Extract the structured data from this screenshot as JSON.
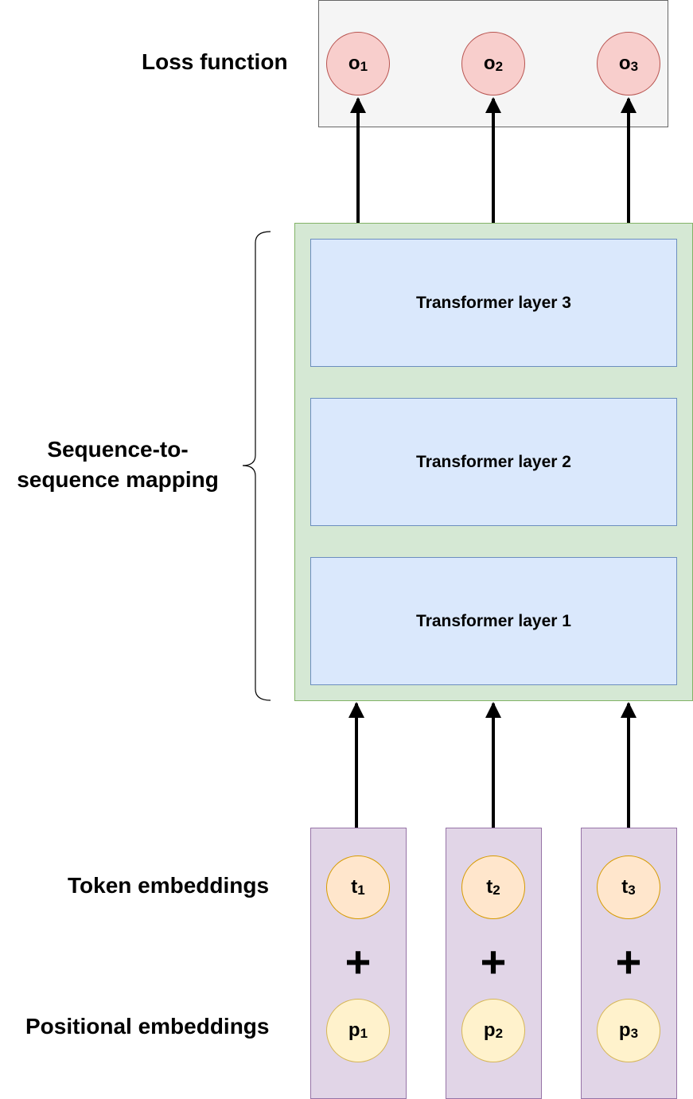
{
  "labels": {
    "loss_function": "Loss function",
    "seq_mapping_line1": "Sequence-to-",
    "seq_mapping_line2": "sequence mapping",
    "token_embeddings": "Token embeddings",
    "positional_embeddings": "Positional embeddings"
  },
  "outputs": [
    {
      "base": "o",
      "sub": "1"
    },
    {
      "base": "o",
      "sub": "2"
    },
    {
      "base": "o",
      "sub": "3"
    }
  ],
  "layers": [
    "Transformer layer 3",
    "Transformer layer 2",
    "Transformer layer 1"
  ],
  "tokens": [
    {
      "base": "t",
      "sub": "1"
    },
    {
      "base": "t",
      "sub": "2"
    },
    {
      "base": "t",
      "sub": "3"
    }
  ],
  "positions": [
    {
      "base": "p",
      "sub": "1"
    },
    {
      "base": "p",
      "sub": "2"
    },
    {
      "base": "p",
      "sub": "3"
    }
  ],
  "plus_symbol": "+",
  "colors": {
    "loss_box_fill": "#f5f5f5",
    "output_fill": "#f8cecc",
    "seq_box_fill": "#d5e8d4",
    "layer_fill": "#dae8fc",
    "embedding_column_fill": "#e1d5e7",
    "token_fill": "#ffe6cc",
    "positional_fill": "#fff2cc"
  }
}
